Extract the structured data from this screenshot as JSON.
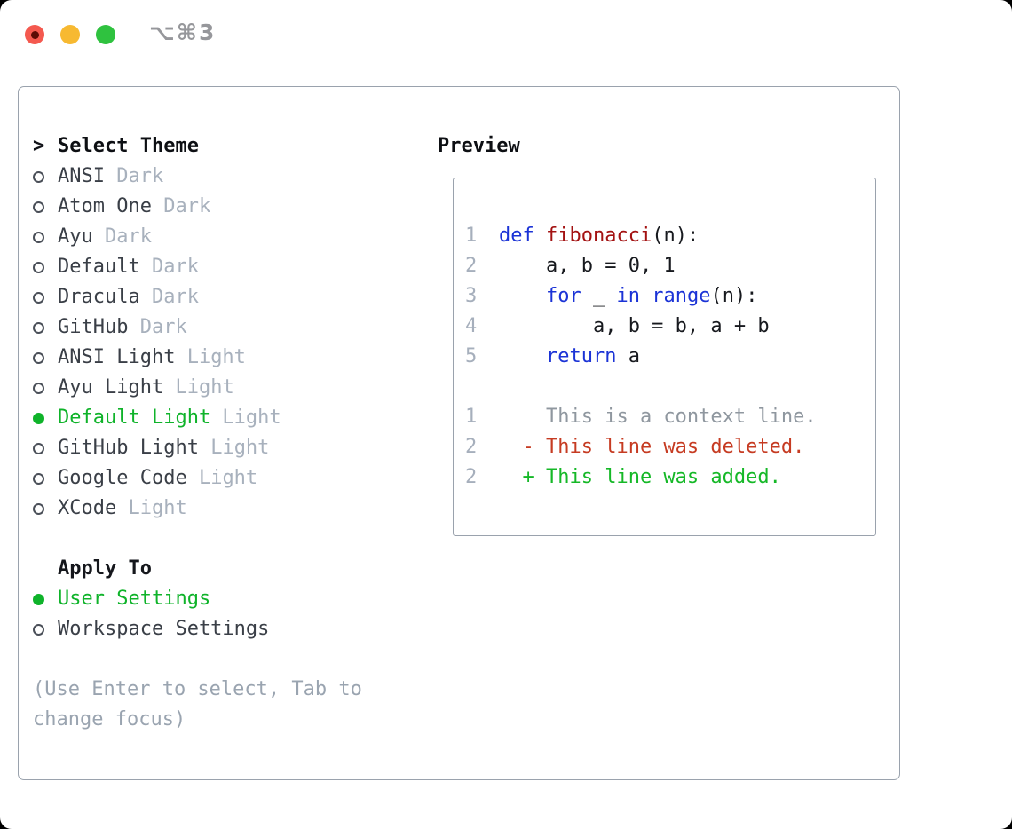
{
  "window": {
    "title": "⌥⌘3",
    "traffic_lights": [
      "close",
      "minimize",
      "zoom"
    ]
  },
  "theme_selector": {
    "prompt": ">",
    "heading": "Select Theme",
    "themes": [
      {
        "name": "ANSI",
        "variant": "Dark",
        "selected": false
      },
      {
        "name": "Atom One",
        "variant": "Dark",
        "selected": false
      },
      {
        "name": "Ayu",
        "variant": "Dark",
        "selected": false
      },
      {
        "name": "Default",
        "variant": "Dark",
        "selected": false
      },
      {
        "name": "Dracula",
        "variant": "Dark",
        "selected": false
      },
      {
        "name": "GitHub",
        "variant": "Dark",
        "selected": false
      },
      {
        "name": "ANSI Light",
        "variant": "Light",
        "selected": false
      },
      {
        "name": "Ayu Light",
        "variant": "Light",
        "selected": false
      },
      {
        "name": "Default Light",
        "variant": "Light",
        "selected": true
      },
      {
        "name": "GitHub Light",
        "variant": "Light",
        "selected": false
      },
      {
        "name": "Google Code",
        "variant": "Light",
        "selected": false
      },
      {
        "name": "XCode",
        "variant": "Light",
        "selected": false
      }
    ],
    "apply_to": {
      "heading": "Apply To",
      "options": [
        {
          "label": "User Settings",
          "selected": true
        },
        {
          "label": "Workspace Settings",
          "selected": false
        }
      ]
    },
    "help_lines": [
      "(Use Enter to select, Tab to",
      "change focus)"
    ]
  },
  "preview": {
    "heading": "Preview",
    "code_lines": [
      {
        "num": "1",
        "tokens": [
          {
            "t": "def",
            "c": "kw"
          },
          {
            "t": " ",
            "c": "pl"
          },
          {
            "t": "fibonacci",
            "c": "fn"
          },
          {
            "t": "(n):",
            "c": "pl"
          }
        ]
      },
      {
        "num": "2",
        "tokens": [
          {
            "t": "    a, b = 0, 1",
            "c": "pl"
          }
        ]
      },
      {
        "num": "3",
        "tokens": [
          {
            "t": "    ",
            "c": "pl"
          },
          {
            "t": "for",
            "c": "kw"
          },
          {
            "t": " _ ",
            "c": "pl"
          },
          {
            "t": "in",
            "c": "kw"
          },
          {
            "t": " ",
            "c": "pl"
          },
          {
            "t": "range",
            "c": "kw"
          },
          {
            "t": "(n):",
            "c": "pl"
          }
        ]
      },
      {
        "num": "4",
        "tokens": [
          {
            "t": "        a, b = b, a + b",
            "c": "pl"
          }
        ]
      },
      {
        "num": "5",
        "tokens": [
          {
            "t": "    ",
            "c": "pl"
          },
          {
            "t": "return",
            "c": "kw"
          },
          {
            "t": " a",
            "c": "pl"
          }
        ]
      },
      {
        "num": "",
        "tokens": []
      },
      {
        "num": "1",
        "tokens": [
          {
            "t": "    This is a context line.",
            "c": "ctx"
          }
        ]
      },
      {
        "num": "2",
        "tokens": [
          {
            "t": "  - This line was deleted.",
            "c": "del"
          }
        ]
      },
      {
        "num": "2",
        "tokens": [
          {
            "t": "  + This line was added.",
            "c": "add"
          }
        ]
      }
    ]
  },
  "colors": {
    "accent_green": "#0fb32a",
    "keyword_blue": "#1b33d6",
    "function_red": "#a31212",
    "deleted_red": "#c63b22",
    "added_green": "#15b827",
    "muted_gray": "#a8b1bd",
    "border_gray": "#9aa2ad",
    "traffic_red": "#f4594f",
    "traffic_yellow": "#f7b931",
    "traffic_green": "#2fc23f"
  }
}
